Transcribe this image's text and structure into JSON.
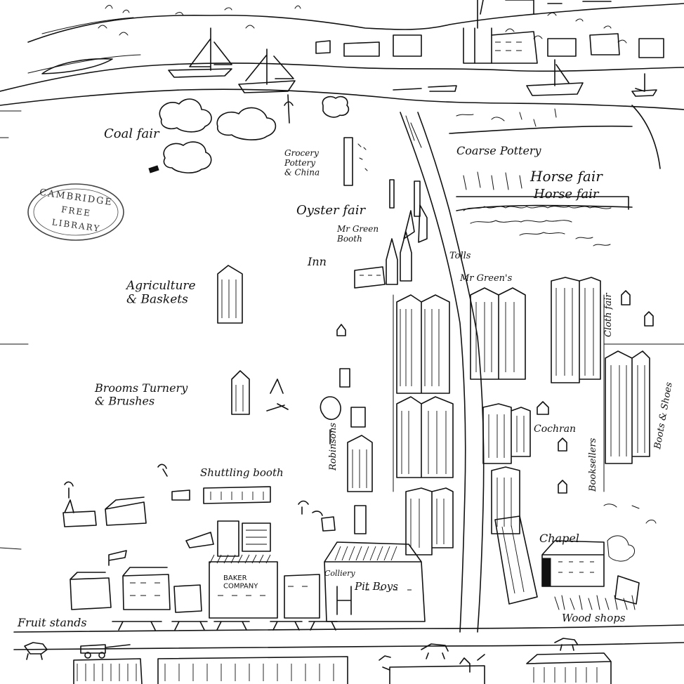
{
  "labels": {
    "coal_fair": "Coal fair",
    "grocery": "Grocery\nPottery\n& China",
    "oyster_fair": "Oyster fair",
    "mr_green_booth": "Mr Green\nBooth",
    "inn": "Inn",
    "tolls": "Tolls",
    "mr_green": "Mr Green's",
    "coarse_pottery": "Coarse Pottery",
    "horse_fair_1": "Horse fair",
    "horse_fair_2": "Horse fair",
    "agriculture": "Agriculture\n& Baskets",
    "brooms": "Brooms Turnery\n& Brushes",
    "shuttling_booth": "Shuttling booth",
    "pit_boys": "Pit Boys",
    "colliery": "Colliery",
    "baker_company": "BAKER\nCOMPANY",
    "chapel": "Chapel",
    "fruit_stands": "Fruit stands",
    "wood_shops": "Wood shops",
    "cochran": "Cochran",
    "robinsons": "Robinsons",
    "booksellers": "Booksellers",
    "cloth_fair": "Cloth fair",
    "boots_shoes": "Boots & Shoes"
  },
  "stamp": {
    "line1": "CAMBRIDGE",
    "line2": "FREE",
    "line3": "LIBRARY"
  }
}
